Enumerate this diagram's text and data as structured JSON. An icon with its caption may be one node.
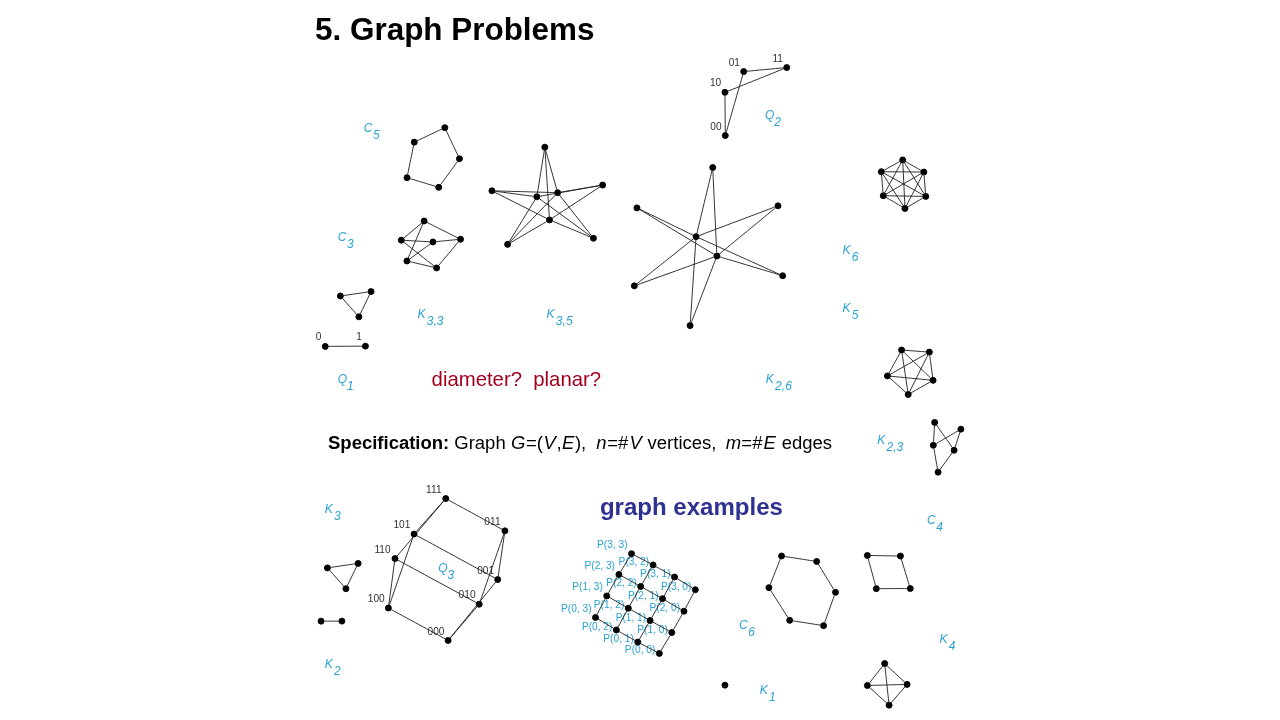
{
  "diagram": {
    "title": "5. Graph Problems",
    "nodes": [
      {
        "text": [],
        "shape": "circle"
      },
      {
        "text": [],
        "shape": "circle"
      },
      {
        "text": [],
        "shape": "circle"
      },
      {
        "text": [],
        "shape": "circle"
      },
      {
        "text": [],
        "shape": "circle"
      },
      {
        "text": [],
        "shape": "circle"
      },
      {
        "text": [],
        "shape": "circle"
      },
      {
        "text": [],
        "shape": "circle"
      },
      {
        "text": [],
        "shape": "circle"
      },
      {
        "text": [],
        "shape": "circle"
      },
      {
        "text": [],
        "shape": "circle"
      },
      {
        "text": [],
        "shape": "circle"
      },
      {
        "text": [],
        "shape": "circle"
      },
      {
        "text": [],
        "shape": "circle"
      },
      {
        "text": [],
        "shape": "circle"
      },
      {
        "text": [],
        "shape": "circle"
      },
      {
        "text": [],
        "shape": "circle"
      },
      {
        "text": [],
        "shape": "circle"
      },
      {
        "text": [],
        "shape": "circle"
      },
      {
        "text": [],
        "shape": "circle"
      },
      {
        "text": [],
        "shape": "circle"
      },
      {
        "text": [],
        "shape": "circle"
      },
      {
        "text": [],
        "shape": "circle"
      },
      {
        "text": [],
        "shape": "circle"
      },
      {
        "text": [],
        "shape": "circle"
      },
      {
        "text": [],
        "shape": "circle"
      },
      {
        "text": [],
        "shape": "circle"
      },
      {
        "text": [],
        "shape": "circle",
        "beside": [
          "P(0, 0)"
        ]
      },
      {
        "text": [],
        "shape": "circle",
        "beside": [
          "P(0, 1)"
        ]
      },
      {
        "text": [],
        "shape": "circle",
        "beside": [
          "P(0, 2)"
        ]
      },
      {
        "text": [],
        "shape": "circle",
        "beside": [
          "P(0, 3)"
        ]
      },
      {
        "text": [],
        "shape": "circle",
        "beside": [
          "P(1, 0)"
        ]
      },
      {
        "text": [],
        "shape": "circle",
        "beside": [
          "P(1, 1)"
        ]
      },
      {
        "text": [],
        "shape": "circle",
        "beside": [
          "P(1, 2)"
        ]
      },
      {
        "text": [],
        "shape": "circle",
        "beside": [
          "P(1, 3)"
        ]
      },
      {
        "text": [],
        "shape": "circle",
        "beside": [
          "P(2, 0)"
        ]
      },
      {
        "text": [],
        "shape": "circle",
        "beside": [
          "P(2, 1)"
        ]
      },
      {
        "text": [],
        "shape": "circle",
        "beside": [
          "P(2, 2)"
        ]
      },
      {
        "text": [],
        "shape": "circle",
        "beside": [
          "P(2, 3)"
        ]
      },
      {
        "text": [],
        "shape": "circle",
        "beside": [
          "P(3, 0)"
        ]
      },
      {
        "text": [],
        "shape": "circle",
        "beside": [
          "P(3, 1)"
        ]
      },
      {
        "text": [],
        "shape": "circle",
        "beside": [
          "P(3, 2)"
        ]
      },
      {
        "text": [],
        "shape": "circle",
        "beside": [
          "P(3, 3)"
        ]
      },
      {
        "text": [],
        "shape": "circle"
      },
      {
        "text": [],
        "shape": "circle"
      },
      {
        "text": [],
        "shape": "circle"
      },
      {
        "text": [],
        "shape": "circle"
      },
      {
        "text": [],
        "shape": "circle"
      },
      {
        "text": [],
        "shape": "circle"
      },
      {
        "text": [],
        "shape": "circle"
      },
      {
        "text": [],
        "shape": "circle"
      },
      {
        "text": [],
        "shape": "circle"
      },
      {
        "text": [],
        "shape": "circle"
      },
      {
        "text": [],
        "shape": "circle"
      },
      {
        "text": [],
        "shape": "circle"
      },
      {
        "text": [],
        "shape": "circle"
      },
      {
        "text": [],
        "shape": "circle"
      },
      {
        "text": [],
        "shape": "circle"
      },
      {
        "text": [],
        "shape": "circle"
      },
      {
        "text": [],
        "shape": "circle"
      },
      {
        "text": [],
        "shape": "circle"
      },
      {
        "text": [],
        "shape": "circle",
        "beside": [
          "0"
        ]
      },
      {
        "text": [],
        "shape": "circle",
        "beside": [
          "1"
        ]
      },
      {
        "text": [],
        "shape": "circle",
        "beside": [
          "10"
        ]
      },
      {
        "text": [],
        "shape": "circle",
        "beside": [
          "11"
        ]
      },
      {
        "text": [],
        "shape": "circle",
        "beside": [
          "00"
        ]
      },
      {
        "text": [],
        "shape": "circle",
        "beside": [
          "01"
        ]
      },
      {
        "text": [],
        "shape": "circle",
        "beside": [
          "110"
        ]
      },
      {
        "text": [],
        "shape": "circle",
        "beside": [
          "111"
        ]
      },
      {
        "text": [],
        "shape": "circle",
        "beside": [
          "100"
        ]
      },
      {
        "text": [],
        "shape": "circle",
        "beside": [
          "101"
        ]
      },
      {
        "text": [],
        "shape": "circle",
        "beside": [
          "010"
        ]
      },
      {
        "text": [],
        "shape": "circle",
        "beside": [
          "011"
        ]
      },
      {
        "text": [],
        "shape": "circle",
        "beside": [
          "000"
        ]
      },
      {
        "text": [],
        "shape": "circle",
        "beside": [
          "001"
        ]
      },
      {
        "text": [],
        "shape": "circle"
      },
      {
        "text": [],
        "shape": "circle"
      },
      {
        "text": [],
        "shape": "circle"
      },
      {
        "text": [],
        "shape": "circle"
      },
      {
        "text": [],
        "shape": "circle"
      },
      {
        "text": [],
        "shape": "circle"
      },
      {
        "text": [],
        "shape": "circle"
      },
      {
        "text": [],
        "shape": "circle"
      },
      {
        "text": [],
        "shape": "circle"
      },
      {
        "text": [],
        "shape": "circle"
      },
      {
        "text": [],
        "shape": "circle"
      },
      {
        "text": [],
        "shape": "circle"
      },
      {
        "text": [],
        "shape": "circle"
      },
      {
        "text": [],
        "shape": "circle"
      },
      {
        "text": [],
        "shape": "circle"
      },
      {
        "text": [],
        "shape": "circle"
      },
      {
        "text": [],
        "shape": "circle"
      },
      {
        "text": [],
        "shape": "circle"
      },
      {
        "text": [],
        "shape": "circle"
      },
      {
        "text": [],
        "shape": "circle"
      },
      {
        "text": [],
        "shape": "circle"
      }
    ],
    "edges": [
      {
        "from": 0,
        "to": 2,
        "arrow": "none"
      },
      {
        "from": 0,
        "to": 3,
        "arrow": "none"
      },
      {
        "from": 0,
        "to": 4,
        "arrow": "none"
      },
      {
        "from": 1,
        "to": 2,
        "arrow": "none"
      },
      {
        "from": 1,
        "to": 3,
        "arrow": "none"
      },
      {
        "from": 1,
        "to": 4,
        "arrow": "none"
      },
      {
        "from": 5,
        "to": 8,
        "arrow": "none"
      },
      {
        "from": 5,
        "to": 9,
        "arrow": "none"
      },
      {
        "from": 5,
        "to": 10,
        "arrow": "none"
      },
      {
        "from": 6,
        "to": 8,
        "arrow": "none"
      },
      {
        "from": 6,
        "to": 9,
        "arrow": "none"
      },
      {
        "from": 6,
        "to": 10,
        "arrow": "none"
      },
      {
        "from": 7,
        "to": 8,
        "arrow": "none"
      },
      {
        "from": 7,
        "to": 9,
        "arrow": "none"
      },
      {
        "from": 7,
        "to": 10,
        "arrow": "none"
      },
      {
        "from": 11,
        "to": 14,
        "arrow": "none"
      },
      {
        "from": 11,
        "to": 15,
        "arrow": "none"
      },
      {
        "from": 11,
        "to": 16,
        "arrow": "none"
      },
      {
        "from": 11,
        "to": 17,
        "arrow": "none"
      },
      {
        "from": 11,
        "to": 18,
        "arrow": "none"
      },
      {
        "from": 12,
        "to": 14,
        "arrow": "none"
      },
      {
        "from": 12,
        "to": 15,
        "arrow": "none"
      },
      {
        "from": 12,
        "to": 16,
        "arrow": "none"
      },
      {
        "from": 12,
        "to": 17,
        "arrow": "none"
      },
      {
        "from": 12,
        "to": 18,
        "arrow": "none"
      },
      {
        "from": 13,
        "to": 14,
        "arrow": "none"
      },
      {
        "from": 13,
        "to": 15,
        "arrow": "none"
      },
      {
        "from": 13,
        "to": 16,
        "arrow": "none"
      },
      {
        "from": 13,
        "to": 17,
        "arrow": "none"
      },
      {
        "from": 13,
        "to": 18,
        "arrow": "none"
      },
      {
        "from": 19,
        "to": 21,
        "arrow": "none"
      },
      {
        "from": 19,
        "to": 22,
        "arrow": "none"
      },
      {
        "from": 19,
        "to": 23,
        "arrow": "none"
      },
      {
        "from": 19,
        "to": 24,
        "arrow": "none"
      },
      {
        "from": 19,
        "to": 25,
        "arrow": "none"
      },
      {
        "from": 19,
        "to": 26,
        "arrow": "none"
      },
      {
        "from": 20,
        "to": 21,
        "arrow": "none"
      },
      {
        "from": 20,
        "to": 22,
        "arrow": "none"
      },
      {
        "from": 20,
        "to": 23,
        "arrow": "none"
      },
      {
        "from": 20,
        "to": 24,
        "arrow": "none"
      },
      {
        "from": 20,
        "to": 25,
        "arrow": "none"
      },
      {
        "from": 20,
        "to": 26,
        "arrow": "none"
      },
      {
        "from": 27,
        "to": 28,
        "arrow": "none"
      },
      {
        "from": 28,
        "to": 29,
        "arrow": "none"
      },
      {
        "from": 29,
        "to": 30,
        "arrow": "none"
      },
      {
        "from": 27,
        "to": 31,
        "arrow": "none"
      },
      {
        "from": 28,
        "to": 32,
        "arrow": "none"
      },
      {
        "from": 29,
        "to": 33,
        "arrow": "none"
      },
      {
        "from": 30,
        "to": 34,
        "arrow": "none"
      },
      {
        "from": 31,
        "to": 32,
        "arrow": "none"
      },
      {
        "from": 32,
        "to": 33,
        "arrow": "none"
      },
      {
        "from": 33,
        "to": 34,
        "arrow": "none"
      },
      {
        "from": 31,
        "to": 35,
        "arrow": "none"
      },
      {
        "from": 32,
        "to": 36,
        "arrow": "none"
      },
      {
        "from": 33,
        "to": 37,
        "arrow": "none"
      },
      {
        "from": 34,
        "to": 38,
        "arrow": "none"
      },
      {
        "from": 35,
        "to": 36,
        "arrow": "none"
      },
      {
        "from": 36,
        "to": 37,
        "arrow": "none"
      },
      {
        "from": 37,
        "to": 38,
        "arrow": "none"
      },
      {
        "from": 35,
        "to": 39,
        "arrow": "none"
      },
      {
        "from": 36,
        "to": 40,
        "arrow": "none"
      },
      {
        "from": 37,
        "to": 41,
        "arrow": "none"
      },
      {
        "from": 38,
        "to": 42,
        "arrow": "none"
      },
      {
        "from": 39,
        "to": 40,
        "arrow": "none"
      },
      {
        "from": 40,
        "to": 41,
        "arrow": "none"
      },
      {
        "from": 41,
        "to": 42,
        "arrow": "none"
      },
      {
        "from": 43,
        "to": 44,
        "arrow": "none"
      },
      {
        "from": 44,
        "to": 45,
        "arrow": "none"
      },
      {
        "from": 45,
        "to": 43,
        "arrow": "none"
      },
      {
        "from": 46,
        "to": 47,
        "arrow": "none"
      },
      {
        "from": 47,
        "to": 48,
        "arrow": "none"
      },
      {
        "from": 48,
        "to": 49,
        "arrow": "none"
      },
      {
        "from": 49,
        "to": 46,
        "arrow": "none"
      },
      {
        "from": 50,
        "to": 51,
        "arrow": "none"
      },
      {
        "from": 51,
        "to": 52,
        "arrow": "none"
      },
      {
        "from": 52,
        "to": 53,
        "arrow": "none"
      },
      {
        "from": 53,
        "to": 54,
        "arrow": "none"
      },
      {
        "from": 54,
        "to": 50,
        "arrow": "none"
      },
      {
        "from": 55,
        "to": 56,
        "arrow": "none"
      },
      {
        "from": 56,
        "to": 57,
        "arrow": "none"
      },
      {
        "from": 57,
        "to": 58,
        "arrow": "none"
      },
      {
        "from": 58,
        "to": 59,
        "arrow": "none"
      },
      {
        "from": 59,
        "to": 60,
        "arrow": "none"
      },
      {
        "from": 60,
        "to": 55,
        "arrow": "none"
      },
      {
        "from": 61,
        "to": 62,
        "arrow": "none"
      },
      {
        "from": 63,
        "to": 64,
        "arrow": "none"
      },
      {
        "from": 63,
        "to": 65,
        "arrow": "none"
      },
      {
        "from": 64,
        "to": 66,
        "arrow": "none"
      },
      {
        "from": 65,
        "to": 66,
        "arrow": "none"
      },
      {
        "from": 67,
        "to": 68,
        "arrow": "none"
      },
      {
        "from": 67,
        "to": 69,
        "arrow": "none"
      },
      {
        "from": 67,
        "to": 71,
        "arrow": "none"
      },
      {
        "from": 68,
        "to": 70,
        "arrow": "none"
      },
      {
        "from": 68,
        "to": 72,
        "arrow": "none"
      },
      {
        "from": 69,
        "to": 70,
        "arrow": "none"
      },
      {
        "from": 69,
        "to": 73,
        "arrow": "none"
      },
      {
        "from": 70,
        "to": 74,
        "arrow": "none"
      },
      {
        "from": 71,
        "to": 72,
        "arrow": "none"
      },
      {
        "from": 71,
        "to": 73,
        "arrow": "none"
      },
      {
        "from": 72,
        "to": 74,
        "arrow": "none"
      },
      {
        "from": 73,
        "to": 74,
        "arrow": "none"
      },
      {
        "from": 76,
        "to": 77,
        "arrow": "none"
      },
      {
        "from": 78,
        "to": 79,
        "arrow": "none"
      },
      {
        "from": 79,
        "to": 80,
        "arrow": "none"
      },
      {
        "from": 80,
        "to": 78,
        "arrow": "none"
      },
      {
        "from": 81,
        "to": 82,
        "arrow": "none"
      },
      {
        "from": 81,
        "to": 83,
        "arrow": "none"
      },
      {
        "from": 81,
        "to": 84,
        "arrow": "none"
      },
      {
        "from": 82,
        "to": 83,
        "arrow": "none"
      },
      {
        "from": 82,
        "to": 84,
        "arrow": "none"
      },
      {
        "from": 83,
        "to": 84,
        "arrow": "none"
      },
      {
        "from": 85,
        "to": 86,
        "arrow": "none"
      },
      {
        "from": 85,
        "to": 87,
        "arrow": "none"
      },
      {
        "from": 85,
        "to": 88,
        "arrow": "none"
      },
      {
        "from": 85,
        "to": 89,
        "arrow": "none"
      },
      {
        "from": 86,
        "to": 87,
        "arrow": "none"
      },
      {
        "from": 86,
        "to": 88,
        "arrow": "none"
      },
      {
        "from": 86,
        "to": 89,
        "arrow": "none"
      },
      {
        "from": 87,
        "to": 88,
        "arrow": "none"
      },
      {
        "from": 87,
        "to": 89,
        "arrow": "none"
      },
      {
        "from": 88,
        "to": 89,
        "arrow": "none"
      },
      {
        "from": 90,
        "to": 91,
        "arrow": "none"
      },
      {
        "from": 90,
        "to": 92,
        "arrow": "none"
      },
      {
        "from": 90,
        "to": 93,
        "arrow": "none"
      },
      {
        "from": 90,
        "to": 94,
        "arrow": "none"
      },
      {
        "from": 90,
        "to": 95,
        "arrow": "none"
      },
      {
        "from": 91,
        "to": 92,
        "arrow": "none"
      },
      {
        "from": 91,
        "to": 93,
        "arrow": "none"
      },
      {
        "from": 91,
        "to": 94,
        "arrow": "none"
      },
      {
        "from": 91,
        "to": 95,
        "arrow": "none"
      },
      {
        "from": 92,
        "to": 93,
        "arrow": "none"
      },
      {
        "from": 92,
        "to": 94,
        "arrow": "none"
      },
      {
        "from": 92,
        "to": 95,
        "arrow": "none"
      },
      {
        "from": 93,
        "to": 94,
        "arrow": "none"
      },
      {
        "from": 93,
        "to": 95,
        "arrow": "none"
      },
      {
        "from": 94,
        "to": 95,
        "arrow": "none"
      }
    ],
    "labels": [
      "graph examples",
      "**Specification:** Graph *G*=(*V*,*E*),  *n*=#*V* vertices,  *m*=#*E* edges",
      "K$_{2,3}$",
      "K$_{3,3}$",
      "K$_{3,5}$",
      "K$_{2,6}$",
      "C$_{3}$",
      "C$_{4}$",
      "C$_{5}$",
      "C$_{6}$",
      "Q$_{1}$",
      "Q$_{2}$",
      "Q$_{3}$",
      "diameter?  planar?",
      "K$_{1}$",
      "K$_{2}$",
      "K$_{3}$",
      "K$_{4}$",
      "K$_{5}$",
      "K$_{6}$"
    ]
  }
}
